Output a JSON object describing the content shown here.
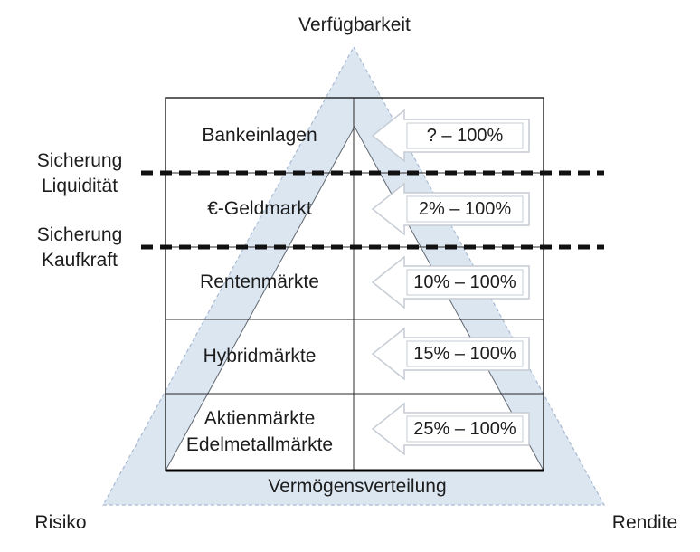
{
  "diagram": {
    "title_top": "Verfügbarkeit",
    "axis_bottom_left": "Risiko",
    "axis_bottom_right": "Rendite",
    "table_caption": "Vermögensverteilung"
  },
  "side_markers": [
    {
      "line1": "Sicherung",
      "line2": "Liquidität"
    },
    {
      "line1": "Sicherung",
      "line2": "Kaufkraft"
    }
  ],
  "rows": [
    {
      "label": "Bankeinlagen",
      "range": "? – 100%"
    },
    {
      "label": "€-Geldmarkt",
      "range": "2% – 100%"
    },
    {
      "label": "Rentenmärkte",
      "range": "10% – 100%"
    },
    {
      "label": "Hybridmärkte",
      "range": "15% – 100%"
    },
    {
      "label": "Aktienmärkte",
      "label2": "Edelmetallmärkte",
      "range": "25% – 100%"
    }
  ],
  "colors": {
    "pyramid_fill": "#dce6f1",
    "pyramid_border": "#a8bad2",
    "inner_triangle_border": "#5f6770",
    "grid_line": "#2b2b2b",
    "marker_line": "#111111",
    "arrow_border": "#c6ccd4",
    "text": "#1c1c1c"
  }
}
